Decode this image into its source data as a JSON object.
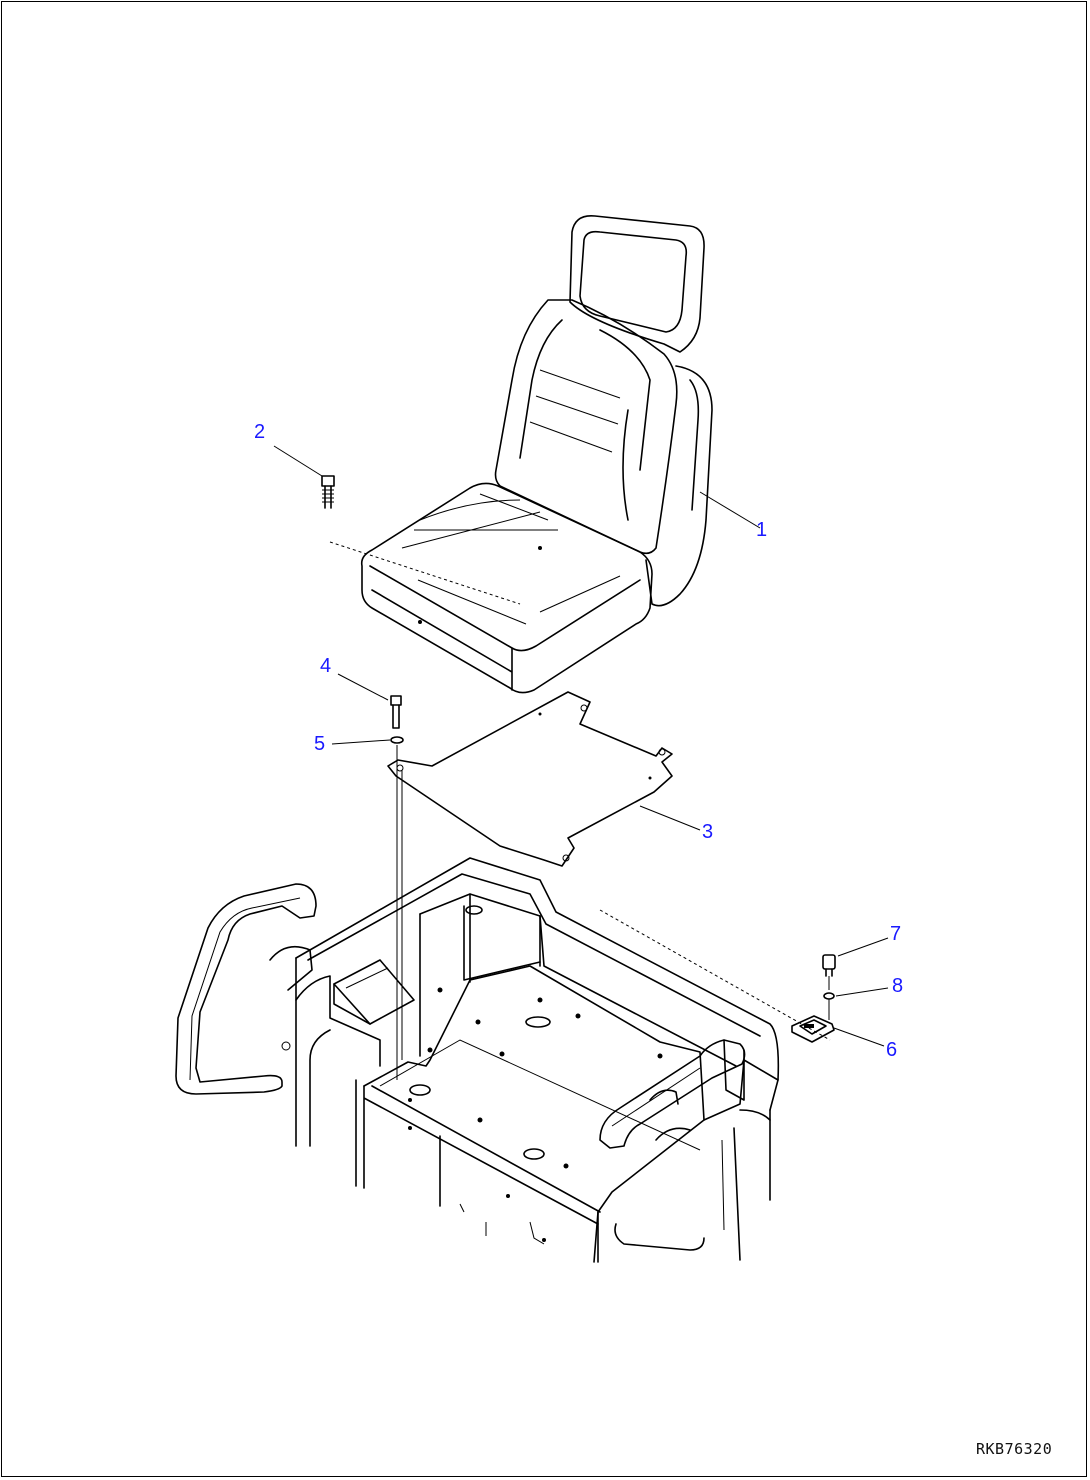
{
  "callouts": [
    {
      "id": "1",
      "label": "1"
    },
    {
      "id": "2",
      "label": "2"
    },
    {
      "id": "3",
      "label": "3"
    },
    {
      "id": "4",
      "label": "4"
    },
    {
      "id": "5",
      "label": "5"
    },
    {
      "id": "6",
      "label": "6"
    },
    {
      "id": "7",
      "label": "7"
    },
    {
      "id": "8",
      "label": "8"
    }
  ],
  "drawing_code": "RKB76320",
  "colors": {
    "callout": "#1a1aff",
    "line": "#000000",
    "background": "#ffffff"
  }
}
